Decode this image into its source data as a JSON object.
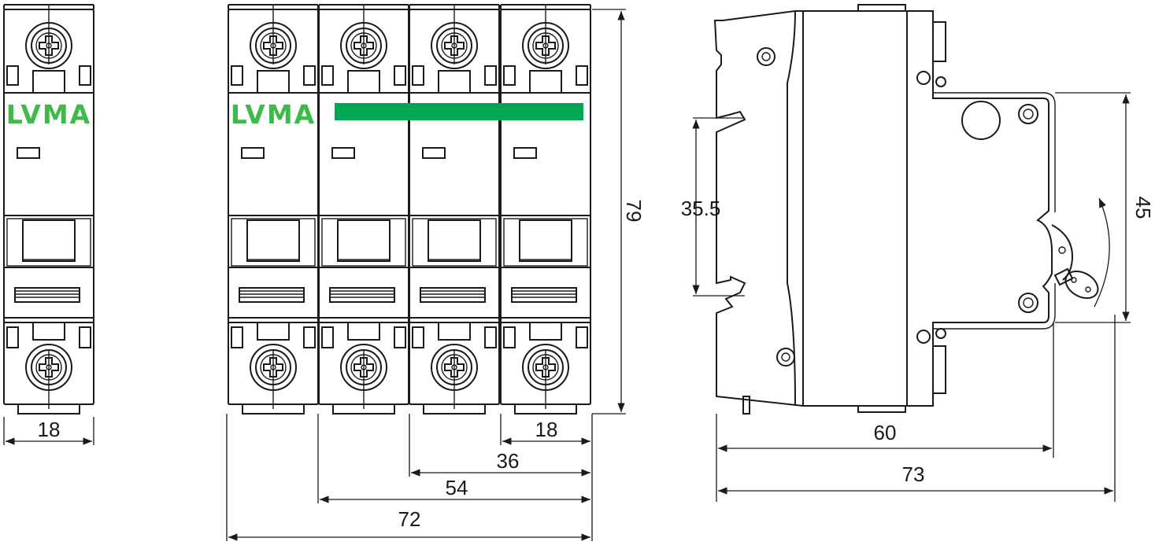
{
  "brand": {
    "text": "LVMA",
    "color": "#3dba4a"
  },
  "accent": {
    "label_bar_color": "#00a651"
  },
  "dimensions": {
    "single_width": "18",
    "multi_width_one": "18",
    "multi_width_two": "36",
    "multi_width_three": "54",
    "multi_width_four": "72",
    "height": "79",
    "rail": "35.5",
    "depth_body": "60",
    "depth_total": "73",
    "depth_front": "45"
  }
}
